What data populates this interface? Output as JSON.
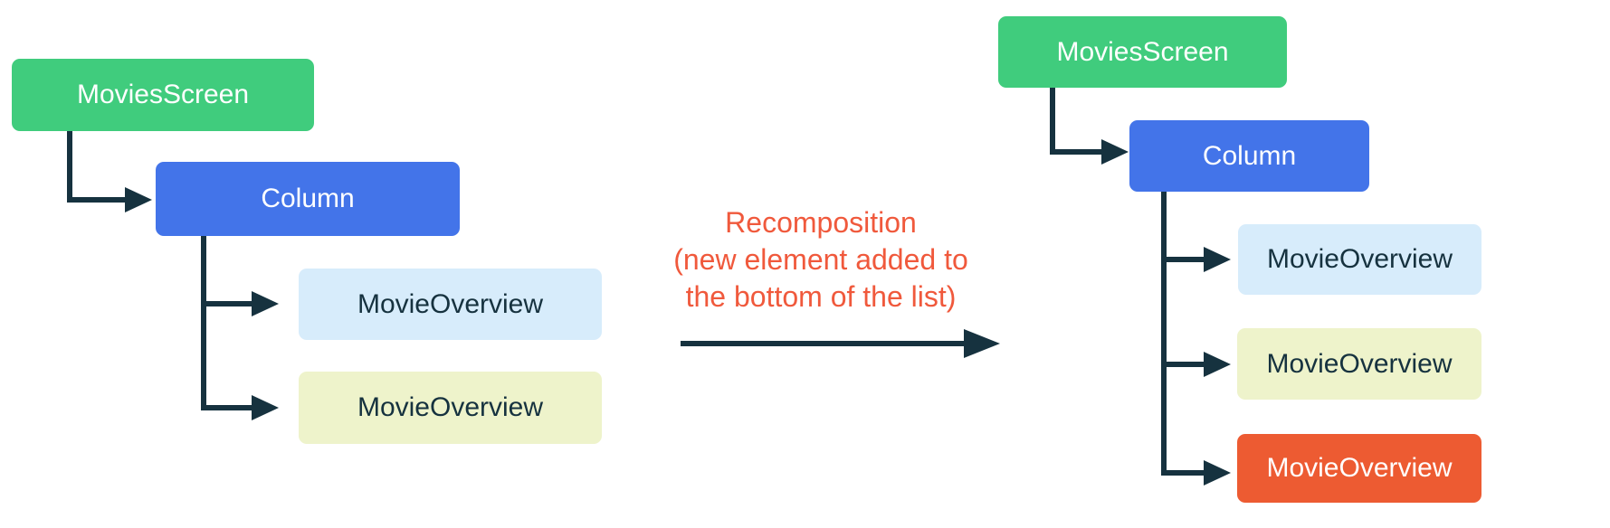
{
  "left_tree": {
    "root_label": "MoviesScreen",
    "container_label": "Column",
    "children": [
      "MovieOverview",
      "MovieOverview"
    ]
  },
  "right_tree": {
    "root_label": "MoviesScreen",
    "container_label": "Column",
    "children": [
      "MovieOverview",
      "MovieOverview",
      "MovieOverview"
    ]
  },
  "annotation": {
    "lines": [
      "Recomposition",
      "(new element added to",
      "the bottom of the list)"
    ]
  },
  "colors": {
    "root_green": "#40CC7D",
    "column_blue": "#4374E9",
    "leaf_blue": "#D7ECFB",
    "leaf_yellow": "#EEF3CB",
    "leaf_new_orange": "#ED5B32",
    "connector_navy": "#16323F",
    "annotation_orange": "#F0593C",
    "box_text_light": "#FFFFFF",
    "box_text_dark": "#16323F"
  }
}
